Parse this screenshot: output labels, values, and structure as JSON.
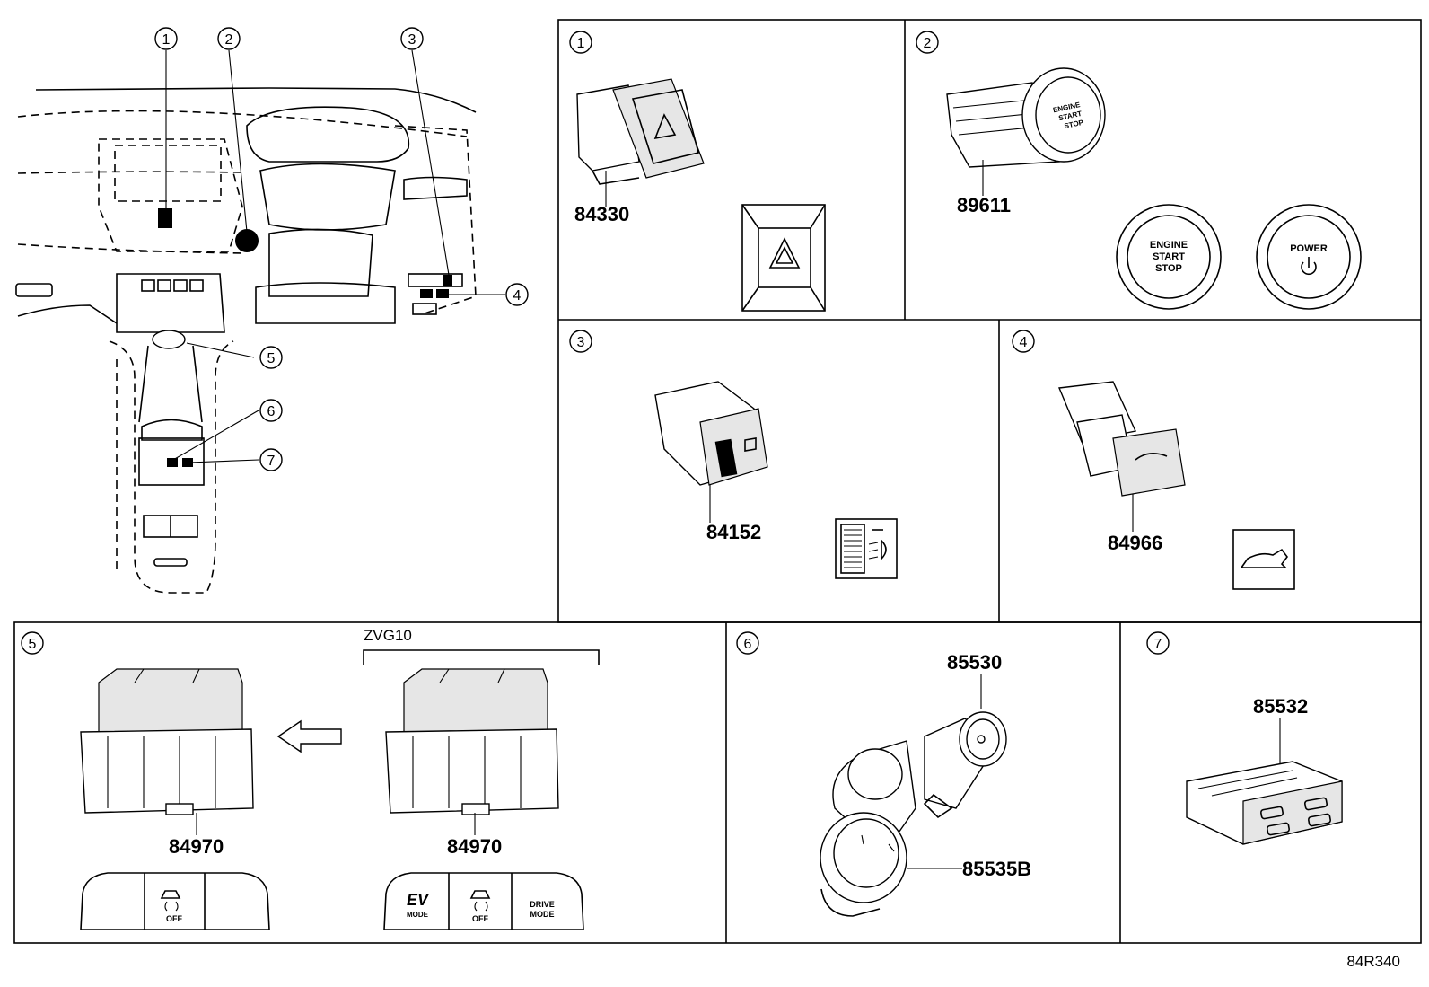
{
  "diagram_code": "84R340",
  "overview": {
    "callouts": [
      "1",
      "2",
      "3",
      "4",
      "5",
      "6",
      "7"
    ]
  },
  "panels": [
    {
      "id": "1",
      "parts": [
        "84330"
      ],
      "icons": [
        "hazard-triangle-icon"
      ]
    },
    {
      "id": "2",
      "parts": [
        "89611"
      ],
      "button_labels": {
        "engine": [
          "ENGINE",
          "START",
          "STOP"
        ],
        "power": "POWER"
      }
    },
    {
      "id": "3",
      "parts": [
        "84152"
      ],
      "icons": [
        "headlamp-leveling-icon"
      ]
    },
    {
      "id": "4",
      "parts": [
        "84966"
      ],
      "icons": [
        "trunk-open-icon"
      ]
    },
    {
      "id": "5",
      "parts": [
        "84970",
        "84970"
      ],
      "group_label": "ZVG10",
      "face_labels": {
        "left": [
          "OFF"
        ],
        "right": [
          "EV",
          "MODE",
          "OFF",
          "DRIVE",
          "MODE"
        ]
      }
    },
    {
      "id": "6",
      "parts": [
        "85530",
        "85535B"
      ]
    },
    {
      "id": "7",
      "parts": [
        "85532"
      ]
    }
  ]
}
